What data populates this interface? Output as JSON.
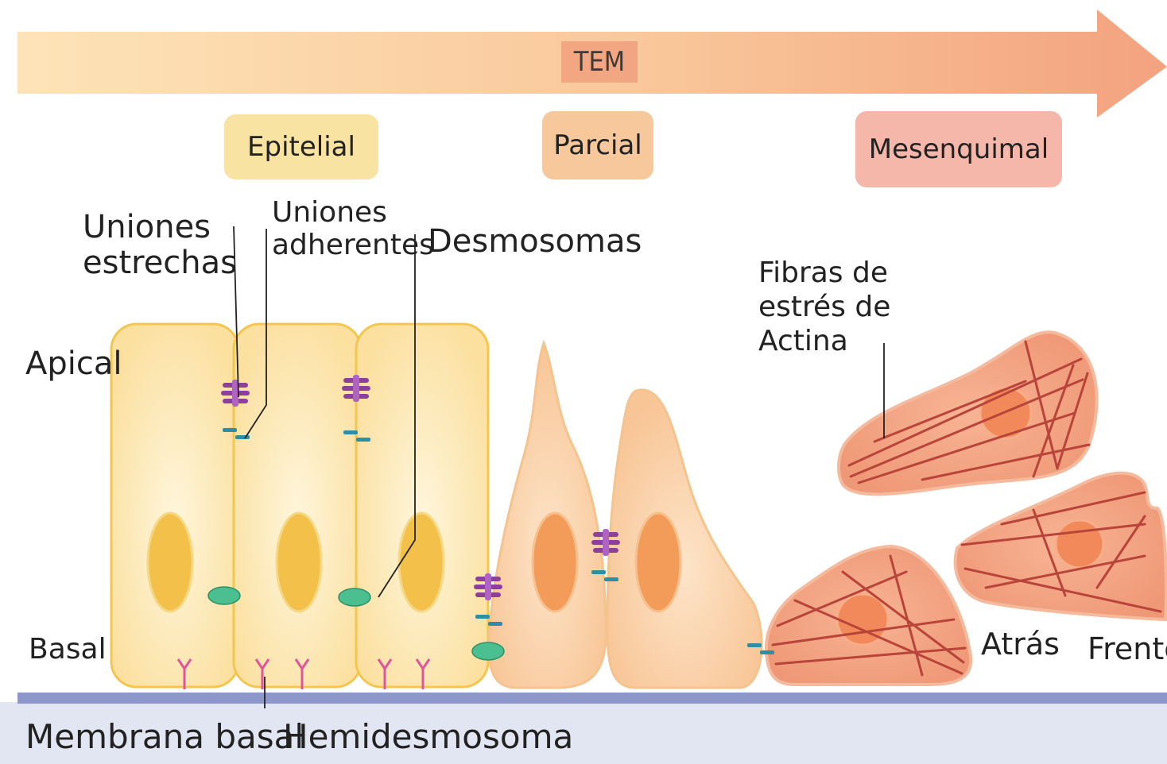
{
  "process_label": "TEM",
  "stages": {
    "epithelial": "Epitelial",
    "partial": "Parcial",
    "mesenchymal": "Mesenquimal"
  },
  "labels": {
    "tight_junctions": "Uniones\nestrechas",
    "adherens_junctions": "Uniones\nadherentes",
    "desmosomes": "Desmosomas",
    "actin_stress_fibers": "Fibras de\nestrés de\nActina",
    "apical": "Apical",
    "basal": "Basal",
    "back": "Atrás",
    "front": "Frente",
    "basement_membrane": "Membrana basal",
    "hemidesmosome": "Hemidesmosoma"
  },
  "colors": {
    "epithelial_cell": "#fbe2a0",
    "epithelial_outline": "#f2c64f",
    "partial_cell": "#fbd0a6",
    "mesenchymal_cell": "#f1a07e",
    "nucleus_epithelial": "#f3c14a",
    "nucleus_partial": "#f39b58",
    "nucleus_mesenchymal": "#f2895a",
    "tight_junction": "#8c3f9c",
    "adherens_junction": "#2c8fa3",
    "desmosome": "#4bbf8f",
    "hemidesmosome": "#e0559c",
    "basement_membrane": "#8e97c9"
  }
}
